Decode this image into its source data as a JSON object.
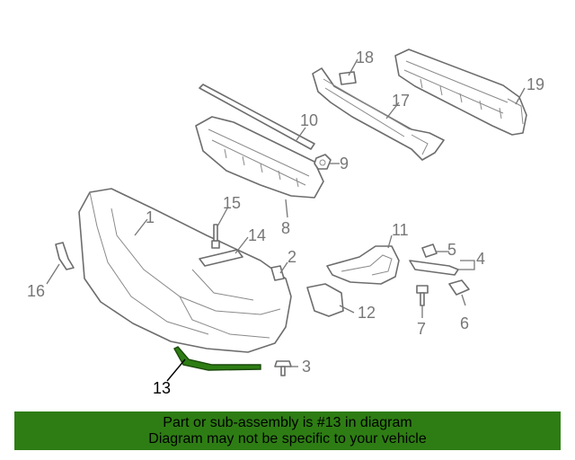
{
  "diagram": {
    "callouts": [
      "1",
      "2",
      "3",
      "4",
      "5",
      "6",
      "7",
      "8",
      "9",
      "10",
      "11",
      "12",
      "13",
      "14",
      "15",
      "16",
      "17",
      "18",
      "19"
    ],
    "highlighted_part": "13",
    "highlight_color": "#2e7d14"
  },
  "banner": {
    "line1": "Part or sub-assembly is #13 in diagram",
    "line2": "Diagram may not be specific to your vehicle",
    "background": "#2e7d14"
  }
}
